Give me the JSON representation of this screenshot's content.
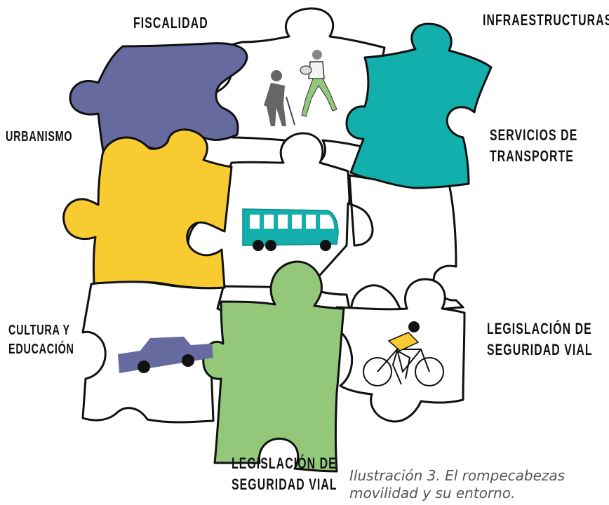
{
  "labels": {
    "fiscalidad": "FISCALIDAD",
    "infraestructuras": "INFRAESTRUCTURAS",
    "urbanismo": "URBANISMO",
    "servicios_line1": "SERVICIOS DE",
    "servicios_line2": "TRANSPORTE",
    "cultura_line1": "CULTURA Y",
    "cultura_line2": "EDUCACIÓN",
    "legislacion_right_line1": "LEGISLACIÓN DE",
    "legislacion_right_line2": "SEGURIDAD VIAL",
    "legislacion_bottom_line1": "LEGISLACIÓN DE",
    "legislacion_bottom_line2": "SEGURIDAD VIAL"
  },
  "caption": {
    "line1": "Ilustración 3. El rompecabezas",
    "line2": "movilidad y su entorno."
  },
  "colors": {
    "purple": "#676a9e",
    "teal": "#12afac",
    "yellow": "#f8cc31",
    "green": "#93c77a",
    "outline": "#111111",
    "white": "#ffffff"
  },
  "icons": [
    "pedestrians-icon",
    "bus-icon",
    "car-icon",
    "cyclist-icon"
  ]
}
